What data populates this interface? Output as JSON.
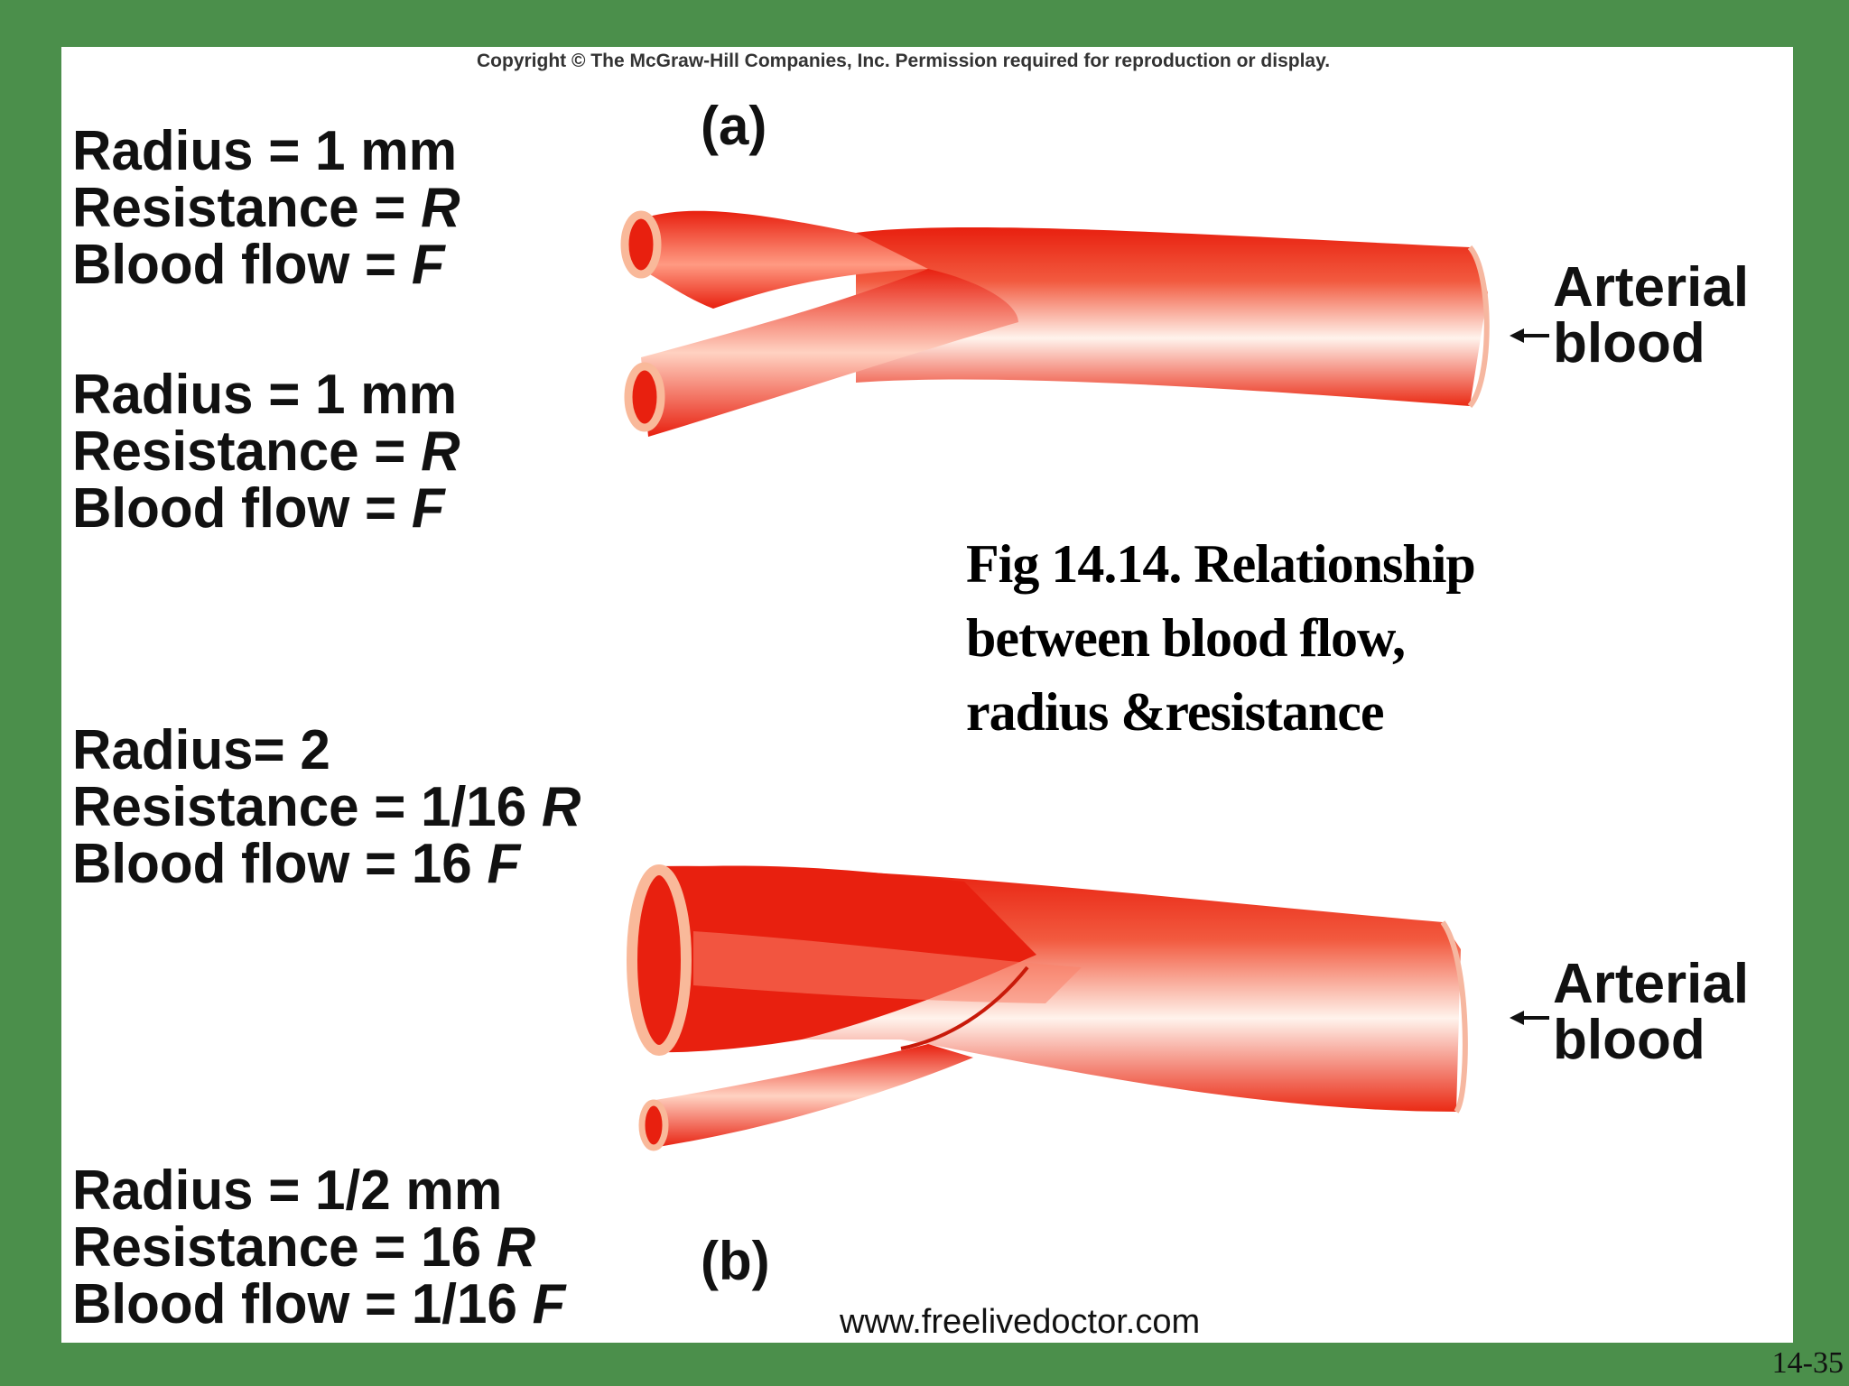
{
  "copyright": "Copyright © The McGraw-Hill Companies, Inc. Permission required for reproduction or display.",
  "panels": {
    "a": {
      "tag": "(a)",
      "vessel1": {
        "radius": "Radius = 1 mm",
        "resistance_prefix": "Resistance = ",
        "resistance_var": "R",
        "flow_prefix": "Blood flow = ",
        "flow_var": "F"
      },
      "vessel2": {
        "radius": "Radius = 1 mm",
        "resistance_prefix": "Resistance = ",
        "resistance_var": "R",
        "flow_prefix": "Blood flow = ",
        "flow_var": "F"
      },
      "source_line1": "Arterial",
      "source_line2": "blood"
    },
    "b": {
      "tag": "(b)",
      "vessel1": {
        "radius": "Radius= 2",
        "resistance_prefix": "Resistance = 1/16 ",
        "resistance_var": "R",
        "flow_prefix": "Blood flow = 16 ",
        "flow_var": "F"
      },
      "vessel2": {
        "radius": "Radius = 1/2 mm",
        "resistance_prefix": "Resistance = 16 ",
        "resistance_var": "R",
        "flow_prefix": "Blood flow = 1/16 ",
        "flow_var": "F"
      },
      "source_line1": "Arterial",
      "source_line2": "blood"
    }
  },
  "caption": {
    "line1": "Fig 14.14.  Relationship",
    "line2": "between blood flow,",
    "line3": "radius &resistance"
  },
  "website": "www.freelivedoctor.com",
  "slide_number": "14-35",
  "colors": {
    "frame": "#4b8f4b",
    "vessel_red": "#e8200f",
    "vessel_highlight": "#ffe8dc",
    "lumen_rim": "#f9b99a"
  }
}
